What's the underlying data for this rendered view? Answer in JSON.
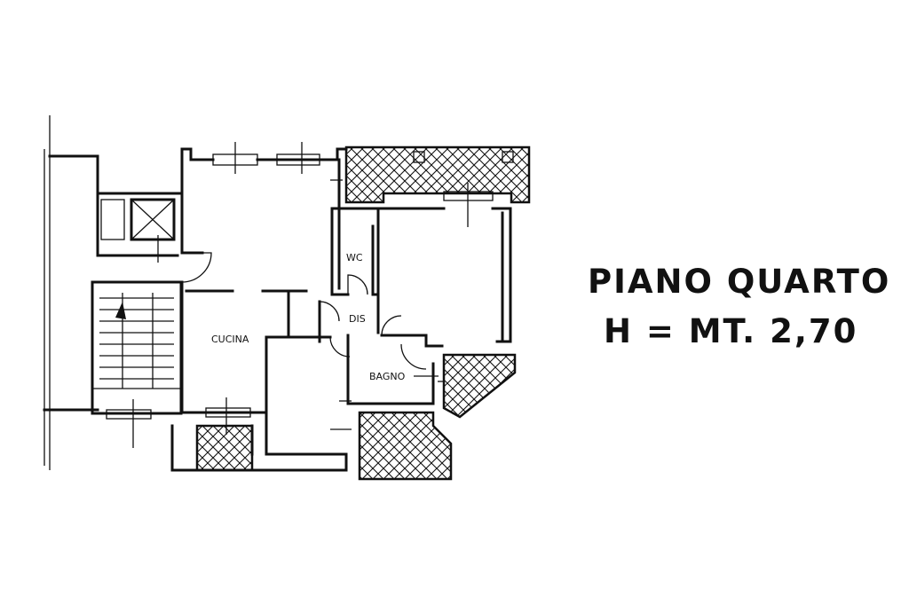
{
  "plan": {
    "rooms": {
      "cucina": "CUCINA",
      "wc": "WC",
      "dis": "DIS",
      "bagno": "BAGNO"
    }
  },
  "title": {
    "floor": "PIANO QUARTO",
    "height": "H = MT. 2,70"
  },
  "colors": {
    "ink": "#111111",
    "paper": "#ffffff"
  }
}
